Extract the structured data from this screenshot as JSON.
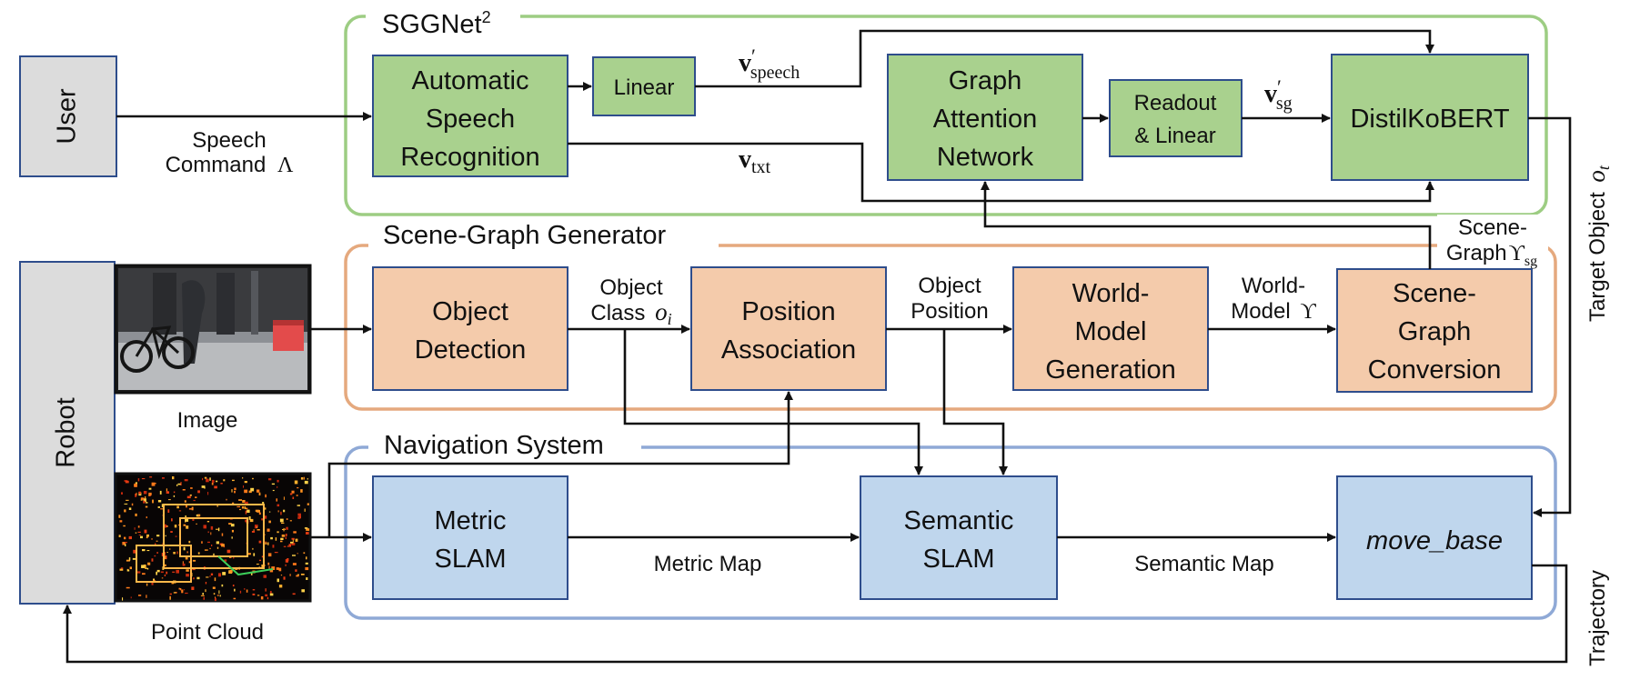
{
  "groups": {
    "sggnet": {
      "title": "SGGNet",
      "superscript": "2",
      "stroke": "#9dcd83"
    },
    "sgg": {
      "title": "Scene-Graph Generator",
      "stroke": "#e5a97e"
    },
    "nav": {
      "title": "Navigation System",
      "stroke": "#8fa9d6"
    }
  },
  "colors": {
    "green_fill": "#a9d18e",
    "orange_fill": "#f4cbab",
    "blue_fill": "#bfd6ed",
    "gray_fill": "#dcdcdc",
    "box_border": "#2e4d8c",
    "arrow": "#111111"
  },
  "nodes": {
    "user": {
      "label": "User"
    },
    "robot": {
      "label": "Robot"
    },
    "asr": {
      "lines": [
        "Automatic",
        "Speech",
        "Recognition"
      ]
    },
    "linear": {
      "lines": [
        "Linear"
      ]
    },
    "gat": {
      "lines": [
        "Graph",
        "Attention",
        "Network"
      ]
    },
    "readout": {
      "lines": [
        "Readout",
        "& Linear"
      ]
    },
    "distilkobert": {
      "lines": [
        "DistilKoBERT"
      ]
    },
    "object_detection": {
      "lines": [
        "Object",
        "Detection"
      ]
    },
    "position_association": {
      "lines": [
        "Position",
        "Association"
      ]
    },
    "world_model_generation": {
      "lines": [
        "World-",
        "Model",
        "Generation"
      ]
    },
    "scene_graph_conversion": {
      "lines": [
        "Scene-",
        "Graph",
        "Conversion"
      ]
    },
    "metric_slam": {
      "lines": [
        "Metric",
        "SLAM"
      ]
    },
    "semantic_slam": {
      "lines": [
        "Semantic",
        "SLAM"
      ]
    },
    "move_base": {
      "lines": [
        "move_base"
      ]
    }
  },
  "images": {
    "image_caption": "Image",
    "point_cloud_caption": "Point Cloud"
  },
  "edges": {
    "speech_command": {
      "line1": "Speech",
      "line2": "Command",
      "symbol": "Λ"
    },
    "v_speech": {
      "base": "v",
      "prime": "′",
      "sub": "speech"
    },
    "v_txt": {
      "base": "v",
      "sub": "txt"
    },
    "v_sg": {
      "base": "v",
      "prime": "′",
      "sub": "sg"
    },
    "object_class": {
      "line1": "Object",
      "line2": "Class",
      "symbol": "o",
      "sub": "i"
    },
    "object_position": {
      "line1": "Object",
      "line2": "Position"
    },
    "world_model": {
      "line1": "World-",
      "line2": "Model",
      "symbol": "ϒ"
    },
    "scene_graph": {
      "line1": "Scene-",
      "line2": "Graph",
      "symbol": "ϒ",
      "sub": "sg"
    },
    "metric_map": {
      "label": "Metric Map"
    },
    "semantic_map": {
      "label": "Semantic Map"
    },
    "target_object": {
      "label": "Target Object",
      "symbol": "o",
      "sub": "t"
    },
    "trajectory": {
      "label": "Trajectory"
    }
  }
}
